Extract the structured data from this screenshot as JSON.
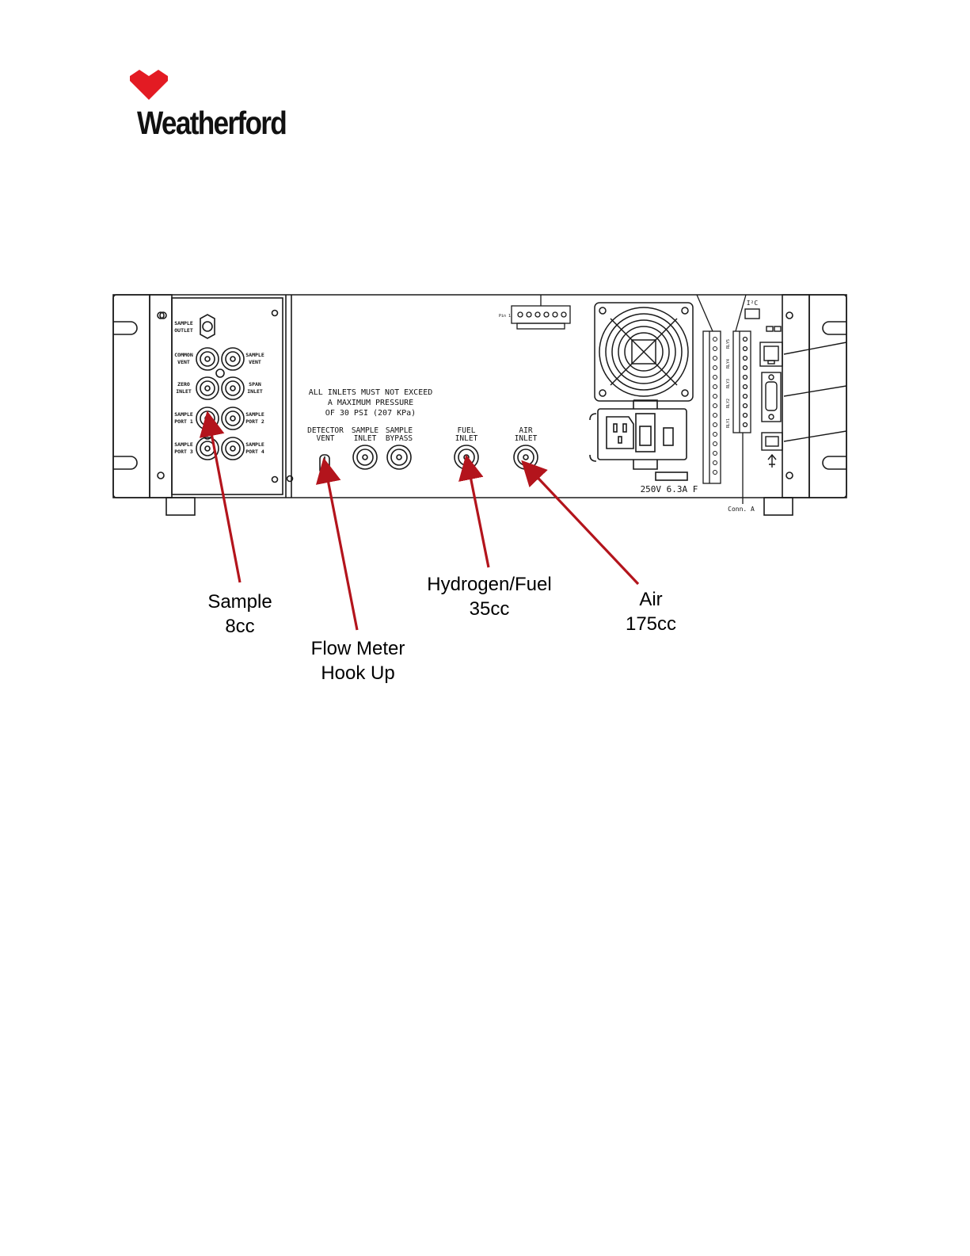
{
  "brand": {
    "name": "Weatherford",
    "accent": "#e31b23"
  },
  "panel": {
    "left_ports": {
      "sample_outlet": [
        "SAMPLE",
        "OUTLET"
      ],
      "common_vent": [
        "COMMON",
        "VENT"
      ],
      "sample_vent": [
        "SAMPLE",
        "VENT"
      ],
      "zero_inlet": [
        "ZERO",
        "INLET"
      ],
      "span_inlet": [
        "SPAN",
        "INLET"
      ],
      "sample_port_1": [
        "SAMPLE",
        "PORT 1"
      ],
      "sample_port_2": [
        "SAMPLE",
        "PORT 2"
      ],
      "sample_port_3": [
        "SAMPLE",
        "PORT 3"
      ],
      "sample_port_4": [
        "SAMPLE",
        "PORT 4"
      ]
    },
    "warning": [
      "ALL INLETS MUST NOT EXCEED",
      "A MAXIMUM PRESSURE",
      "OF 30 PSI (207 KPa)"
    ],
    "center_ports": {
      "detector_vent": [
        "DETECTOR",
        "VENT"
      ],
      "sample_inlet": [
        "SAMPLE",
        "INLET"
      ],
      "sample_bypass": [
        "SAMPLE",
        "BYPASS"
      ],
      "fuel_inlet": [
        "FUEL",
        "INLET"
      ],
      "air_inlet": [
        "AIR",
        "INLET"
      ]
    },
    "fuse_rating": "250V 6.3A F",
    "conn_label": "Conn. A",
    "i2c_label": "I²C",
    "pin_label": "Pin 1",
    "relay_labels": [
      "RLY1",
      "RLY2",
      "RLY3",
      "RLY4",
      "RLY5"
    ]
  },
  "callouts": {
    "sample": [
      "Sample",
      "8cc"
    ],
    "flow_meter": [
      "Flow Meter",
      "Hook Up"
    ],
    "fuel": [
      "Hydrogen/Fuel",
      "35cc"
    ],
    "air": [
      "Air",
      "175cc"
    ]
  },
  "colors": {
    "arrow": "#b3141c",
    "line": "#1a1a1a"
  }
}
